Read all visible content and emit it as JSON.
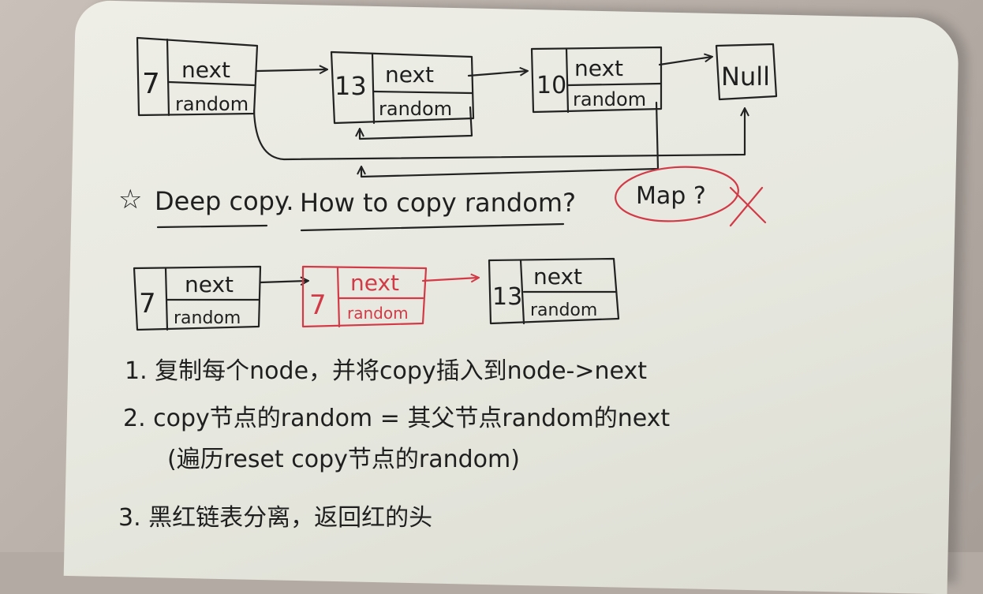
{
  "top_list": {
    "nodes": [
      {
        "value": "7",
        "next_label": "next",
        "random_label": "random"
      },
      {
        "value": "13",
        "next_label": "next",
        "random_label": "random"
      },
      {
        "value": "10",
        "next_label": "next",
        "random_label": "random"
      }
    ],
    "null_label": "Null"
  },
  "question": {
    "star": "☆",
    "deep_copy": "Deep copy.",
    "how_to": "How to copy random?",
    "map_note": "Map ?",
    "cross_mark": "✕"
  },
  "copy_list": {
    "nodes": [
      {
        "value": "7",
        "next_label": "next",
        "random_label": "random",
        "color": "#222222"
      },
      {
        "value": "7",
        "next_label": "next",
        "random_label": "random",
        "color": "#d23a47"
      },
      {
        "value": "13",
        "next_label": "next",
        "random_label": "random",
        "color": "#222222"
      }
    ]
  },
  "steps": [
    "1. 复制每个node，并将copy插入到node->next",
    "2. copy节点的random = 其父节点random的next",
    "(遍历reset copy节点的random)",
    "3. 黑红链表分离，返回红的头"
  ],
  "colors": {
    "ink": "#222222",
    "red_ink": "#d23a47",
    "paper": "#e9eae1"
  }
}
